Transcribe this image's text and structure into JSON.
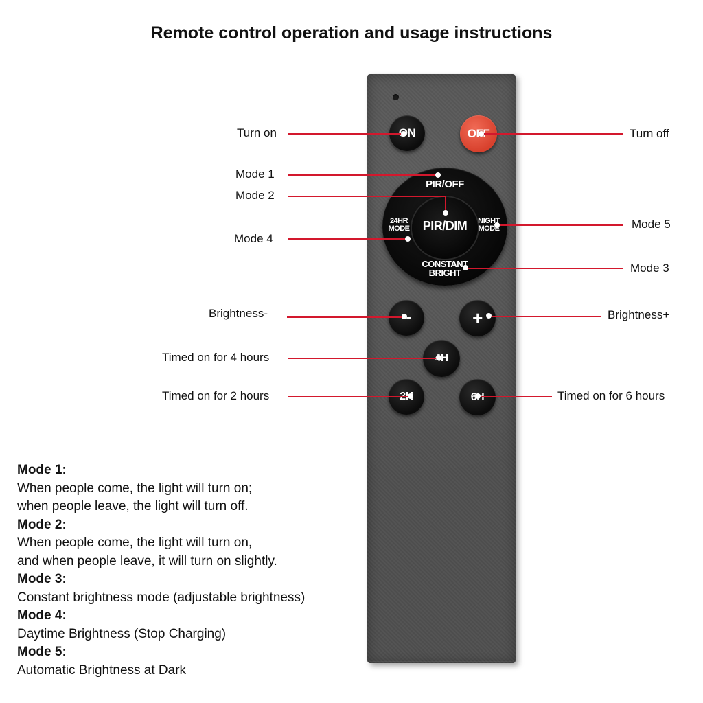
{
  "title": "Remote control operation and usage instructions",
  "buttons": {
    "on": "ON",
    "off": "OFF",
    "pir_off": "PIR/OFF",
    "pir_dim": "PIR/DIM",
    "hr24_line1": "24HR",
    "hr24_line2": "MODE",
    "night_line1": "NIGHT",
    "night_line2": "MODE",
    "constant_line1": "CONSTANT",
    "constant_line2": "BRIGHT",
    "minus": "−",
    "plus": "+",
    "h4": "4H",
    "h2": "2H",
    "h6": "6H"
  },
  "callouts": {
    "turn_on": "Turn on",
    "turn_off": "Turn off",
    "mode1": "Mode 1",
    "mode2": "Mode 2",
    "mode3": "Mode 3",
    "mode4": "Mode 4",
    "mode5": "Mode 5",
    "brightness_minus": "Brightness-",
    "brightness_plus": "Brightness+",
    "timed4": "Timed on for 4 hours",
    "timed2": "Timed on for 2 hours",
    "timed6": "Timed on for 6 hours"
  },
  "modes": [
    {
      "head": "Mode 1:",
      "lines": [
        "When people come, the light will turn on;",
        "when people leave, the light will turn off."
      ]
    },
    {
      "head": "Mode 2:",
      "lines": [
        "When people come, the light will turn on,",
        "and when people leave, it will turn on slightly."
      ]
    },
    {
      "head": "Mode 3:",
      "lines": [
        "Constant brightness mode (adjustable brightness)"
      ]
    },
    {
      "head": "Mode 4:",
      "lines": [
        "Daytime Brightness (Stop Charging)"
      ]
    },
    {
      "head": "Mode 5:",
      "lines": [
        "Automatic Brightness at Dark"
      ]
    }
  ],
  "colors": {
    "callout_line": "#d3182d",
    "off_button": "#e0533d",
    "remote_body": "#4f4f4f"
  }
}
